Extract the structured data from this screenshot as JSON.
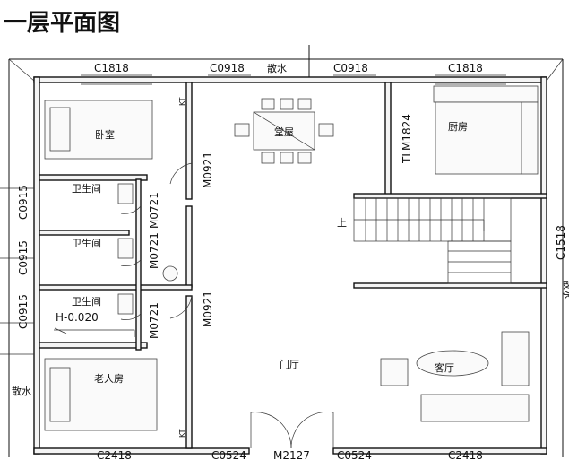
{
  "title": "一层平面图",
  "rooms": {
    "bedroom": "卧室",
    "dining": "堂屋",
    "kitchen": "厨房",
    "bath1": "卫生间",
    "bath2": "卫生间",
    "bath3": "卫生间",
    "elder_bedroom": "老人房",
    "foyer": "门厅",
    "living": "客厅"
  },
  "labels": {
    "win_c1818_left": "C1818",
    "win_c0918_left": "C0918",
    "drain_top": "散水",
    "win_c0918_right": "C0918",
    "win_c1818_right": "C1818",
    "kt_top": "KT",
    "kt_bottom": "KT",
    "tlm1824": "TLM1824",
    "m0921_top": "M0921",
    "m0721_1": "M0721",
    "m0721_2": "M0721",
    "m0721_3": "M0721",
    "m0921_bottom": "M0921",
    "c0915_1": "C0915",
    "c0915_2": "C0915",
    "c0915_3": "C0915",
    "h_level": "H-0.020",
    "stair_up": "上",
    "c1518": "C1518",
    "drain_right": "散水",
    "drain_left": "散水",
    "win_c2418_left": "C2418",
    "win_c0524_left": "C0524",
    "door_m2127": "M2127",
    "win_c0524_right": "C0524",
    "win_c2418_right": "C2418"
  }
}
